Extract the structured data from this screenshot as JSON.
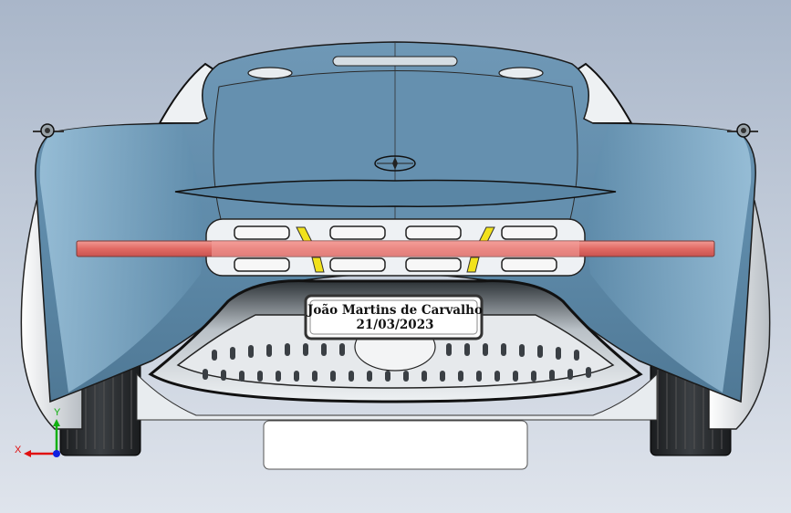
{
  "viewport": {
    "background_top": "#a9b6c9",
    "background_bottom": "#dfe4ec"
  },
  "model": {
    "body_color": "#5f8cab",
    "body_highlight": "#8cb4cf",
    "light_bar_color": "#e8706a",
    "indicator_color": "#f2e21c",
    "plate": {
      "line1": "João Martins de Carvalho",
      "line2": "21/03/2023"
    },
    "emblem": "mercedes-star-emblem"
  },
  "triad": {
    "x_label": "X",
    "y_label": "Y",
    "x_color": "#e01010",
    "y_color": "#10b010",
    "z_color": "#1020e0"
  }
}
